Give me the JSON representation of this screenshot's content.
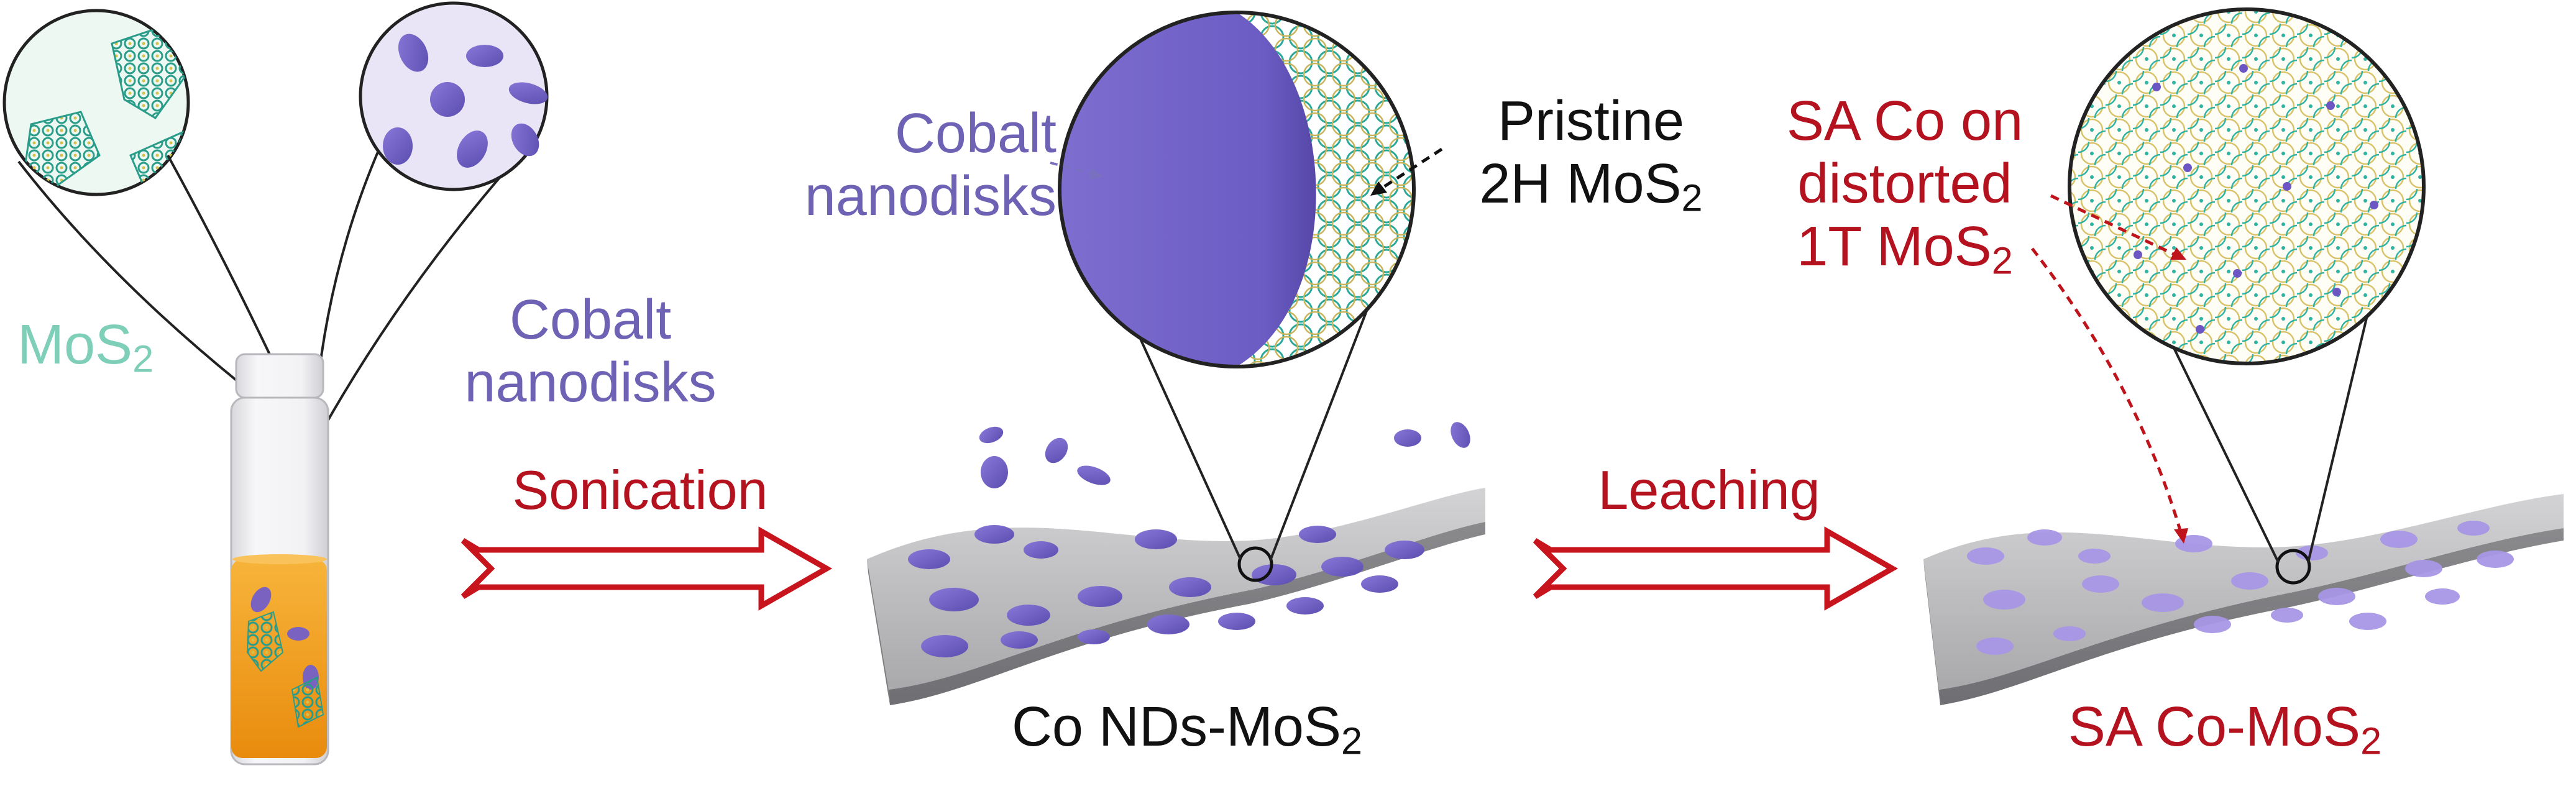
{
  "labels": {
    "mos2_main": "MoS",
    "mos2_sub": "2",
    "cobalt_left_line1": "Cobalt",
    "cobalt_left_line2": "nanodisks",
    "cobalt_mid_line1": "Cobalt",
    "cobalt_mid_line2": "nanodisks",
    "pristine_line1": "Pristine",
    "pristine_line2_main": "2H MoS",
    "pristine_line2_sub": "2",
    "sa_line1": "SA Co on",
    "sa_line2": "distorted",
    "sa_line3_main": "1T MoS",
    "sa_line3_sub": "2",
    "sonication": "Sonication",
    "leaching": "Leaching",
    "co_nds_main": "Co NDs-MoS",
    "co_nds_sub": "2",
    "sa_co_main": "SA Co-MoS",
    "sa_co_sub": "2"
  },
  "colors": {
    "teal_label": "#7fcfb8",
    "purple_label": "#6e62b4",
    "red_label": "#b3121e",
    "black_label": "#111111",
    "cobalt_disk": "#6d5fc0",
    "cobalt_disk_light": "#9f8fe0",
    "sheet_grey": "#b9b9bb",
    "solution_orange": "#f2a21a",
    "arrow_red": "#c8141c"
  },
  "icons": {
    "vial": "glass-vial-icon",
    "mos2_flakes": "mos2-flake-zoom-icon",
    "cobalt_disks": "cobalt-nanodisk-zoom-icon",
    "pristine_zoom": "pristine-lattice-zoom-icon",
    "sa_zoom": "single-atom-lattice-zoom-icon",
    "arrows": "process-arrow-icon"
  }
}
